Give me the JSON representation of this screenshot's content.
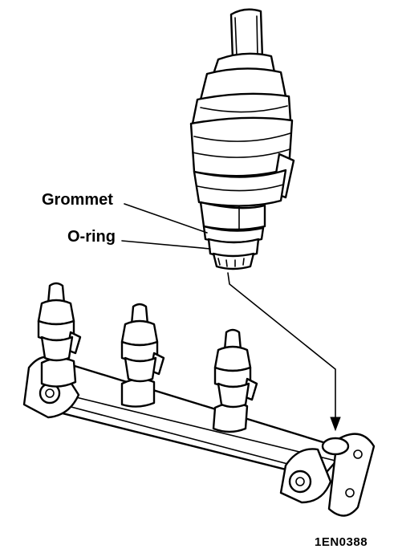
{
  "labels": {
    "grommet": "Grommet",
    "o_ring": "O-ring",
    "figure_code": "1EN0388"
  }
}
